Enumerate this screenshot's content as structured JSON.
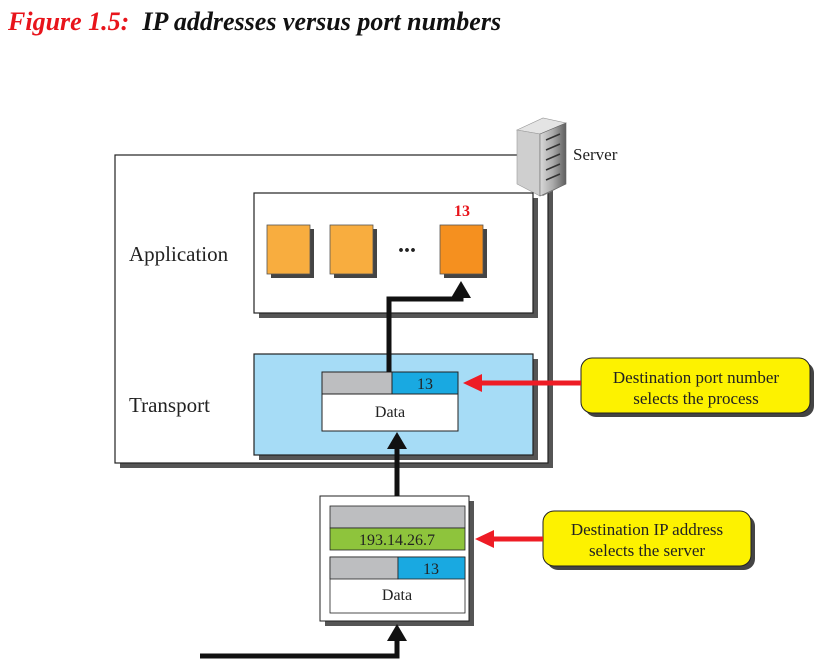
{
  "figure": {
    "number": "Figure 1.5:",
    "caption": "IP addresses versus port numbers"
  },
  "server_label": "Server",
  "layers": {
    "application": "Application",
    "transport": "Transport"
  },
  "application_box": {
    "process_port": "13",
    "ellipsis": "..."
  },
  "transport_packet": {
    "port": "13",
    "data": "Data"
  },
  "network_packet": {
    "ip": "193.14.26.7",
    "port": "13",
    "data": "Data"
  },
  "callouts": {
    "port": [
      "Destination port number",
      "selects the process"
    ],
    "ip": [
      "Destination IP address",
      "selects the server"
    ]
  },
  "colors": {
    "title_red": "#e8141b",
    "process_orange": "#f8ad3f",
    "process_selected": "#f5901f",
    "transport_fill": "#a6dcf6",
    "port_cyan": "#19a9e1",
    "ip_green": "#8ec43c",
    "header_gray": "#bdbec0",
    "callout_yellow": "#fdf200",
    "arrow_red": "#ee1c25"
  }
}
